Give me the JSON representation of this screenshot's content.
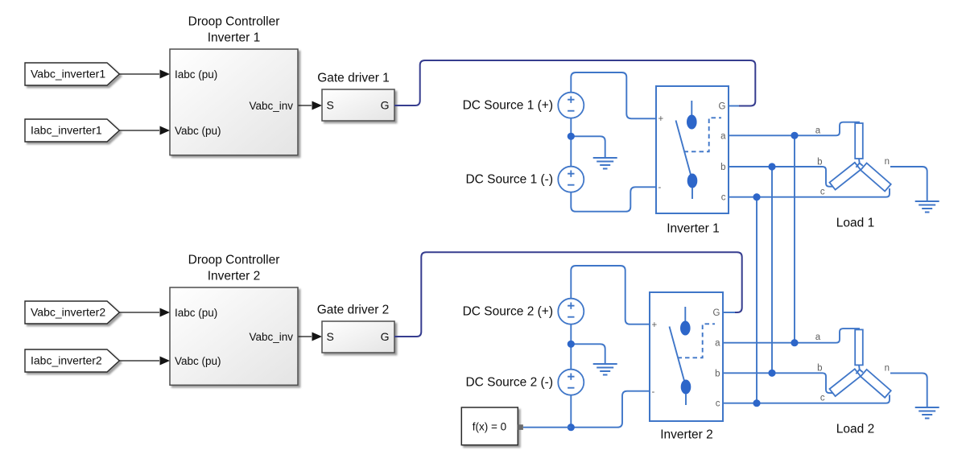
{
  "colors": {
    "electrical": "#3f76c8",
    "gate": "#363d8f",
    "signal": "#141414",
    "block_border": "#4d4d4d",
    "junction_dot": "#2d66c9"
  },
  "controllers": {
    "c1": {
      "title1": "Droop Controller",
      "title2": "Inverter 1",
      "in1": "Iabc (pu)",
      "in2": "Vabc (pu)",
      "out": "Vabc_inv"
    },
    "c2": {
      "title1": "Droop Controller",
      "title2": "Inverter 2",
      "in1": "Iabc (pu)",
      "in2": "Vabc (pu)",
      "out": "Vabc_inv"
    }
  },
  "tags": {
    "t1": "Vabc_inverter1",
    "t2": "Iabc_inverter1",
    "t3": "Vabc_inverter2",
    "t4": "Iabc_inverter2"
  },
  "gates": {
    "g1": {
      "title": "Gate driver 1",
      "in": "S",
      "out": "G"
    },
    "g2": {
      "title": "Gate driver 2",
      "in": "S",
      "out": "G"
    }
  },
  "dc": {
    "s1p": "DC Source 1 (+)",
    "s1n": "DC Source 1 (-)",
    "s2p": "DC Source 2 (+)",
    "s2n": "DC Source 2 (-)"
  },
  "inverters": {
    "i1": {
      "title": "Inverter 1",
      "plus": "+",
      "minus": "-",
      "g": "G",
      "a": "a",
      "b": "b",
      "c": "c"
    },
    "i2": {
      "title": "Inverter 2",
      "plus": "+",
      "minus": "-",
      "g": "G",
      "a": "a",
      "b": "b",
      "c": "c"
    }
  },
  "loads": {
    "l1": {
      "title": "Load 1",
      "a": "a",
      "b": "b",
      "c": "c",
      "n": "n"
    },
    "l2": {
      "title": "Load 2",
      "a": "a",
      "b": "b",
      "c": "c",
      "n": "n"
    }
  },
  "solver": {
    "label": "f(x) = 0"
  }
}
